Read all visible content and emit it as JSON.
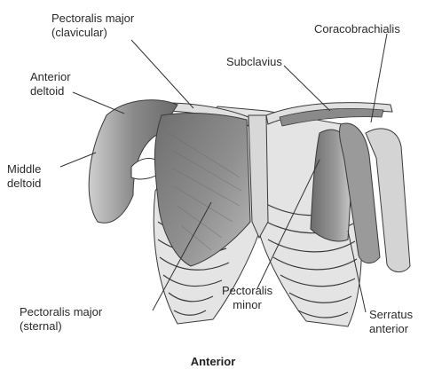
{
  "labels": {
    "pec_major_clav_1": "Pectoralis major",
    "pec_major_clav_2": "(clavicular)",
    "coracobrachialis": "Coracobrachialis",
    "anterior_deltoid_1": "Anterior",
    "anterior_deltoid_2": "deltoid",
    "subclavius": "Subclavius",
    "middle_deltoid_1": "Middle",
    "middle_deltoid_2": "deltoid",
    "pec_minor_1": "Pectoralis",
    "pec_minor_2": "minor",
    "pec_major_stern_1": "Pectoralis major",
    "pec_major_stern_2": "(sternal)",
    "serratus_1": "Serratus",
    "serratus_2": "anterior"
  },
  "caption": "Anterior",
  "colors": {
    "muscle": "#8e8e8e",
    "muscle_dark": "#5f5f5f",
    "bone": "#dcdcdc",
    "outline": "#3a3a3a"
  }
}
